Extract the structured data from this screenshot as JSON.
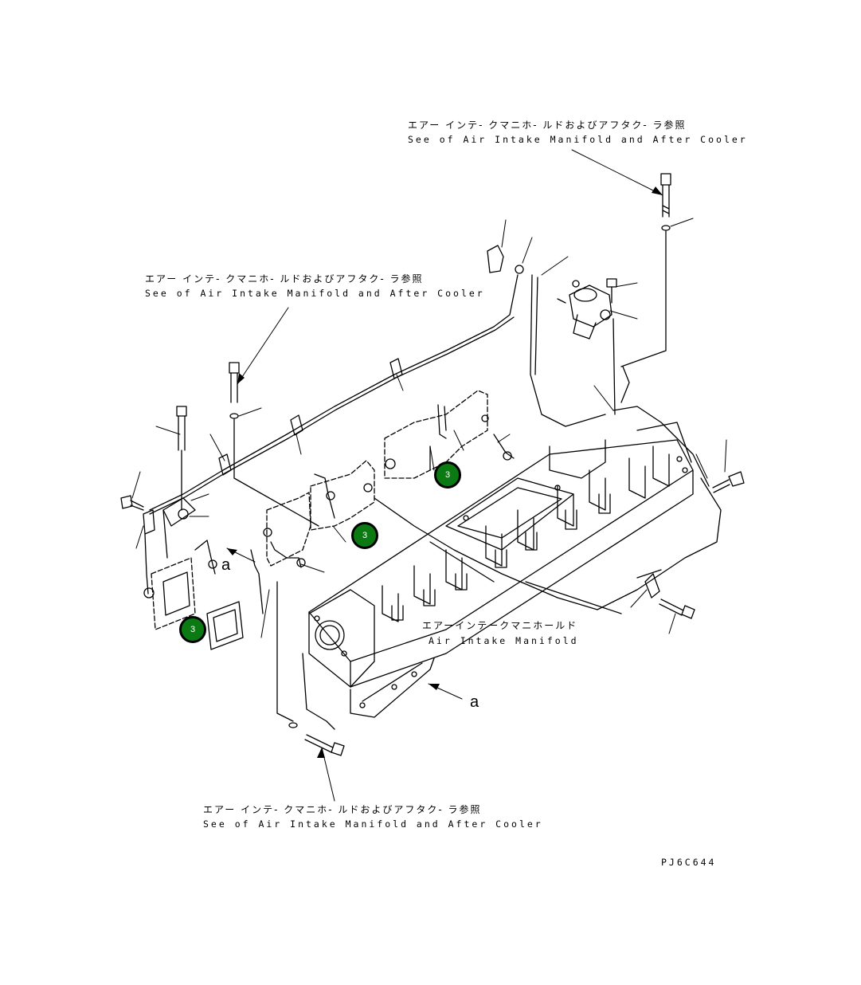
{
  "references": [
    {
      "ja": "エアー インテ- クマニホ- ルドおよびアフタク- ラ参照",
      "en": "See of Air Intake Manifold and After Cooler"
    },
    {
      "ja": "エアー インテ- クマニホ- ルドおよびアフタク- ラ参照",
      "en": "See of Air Intake Manifold and After Cooler"
    },
    {
      "ja": "エアー インテ- クマニホ- ルドおよびアフタク- ラ参照",
      "en": "See of Air Intake Manifold and After Cooler"
    }
  ],
  "manifold_label": {
    "ja": "エアーインテークマニホールド",
    "en": "Air Intake Manifold"
  },
  "view_marks": [
    "a",
    "a"
  ],
  "callouts": [
    "3",
    "3",
    "3"
  ],
  "drawing_code": "PJ6C644",
  "colors": {
    "callout_fill": "#0b7a12",
    "line": "#000000"
  }
}
